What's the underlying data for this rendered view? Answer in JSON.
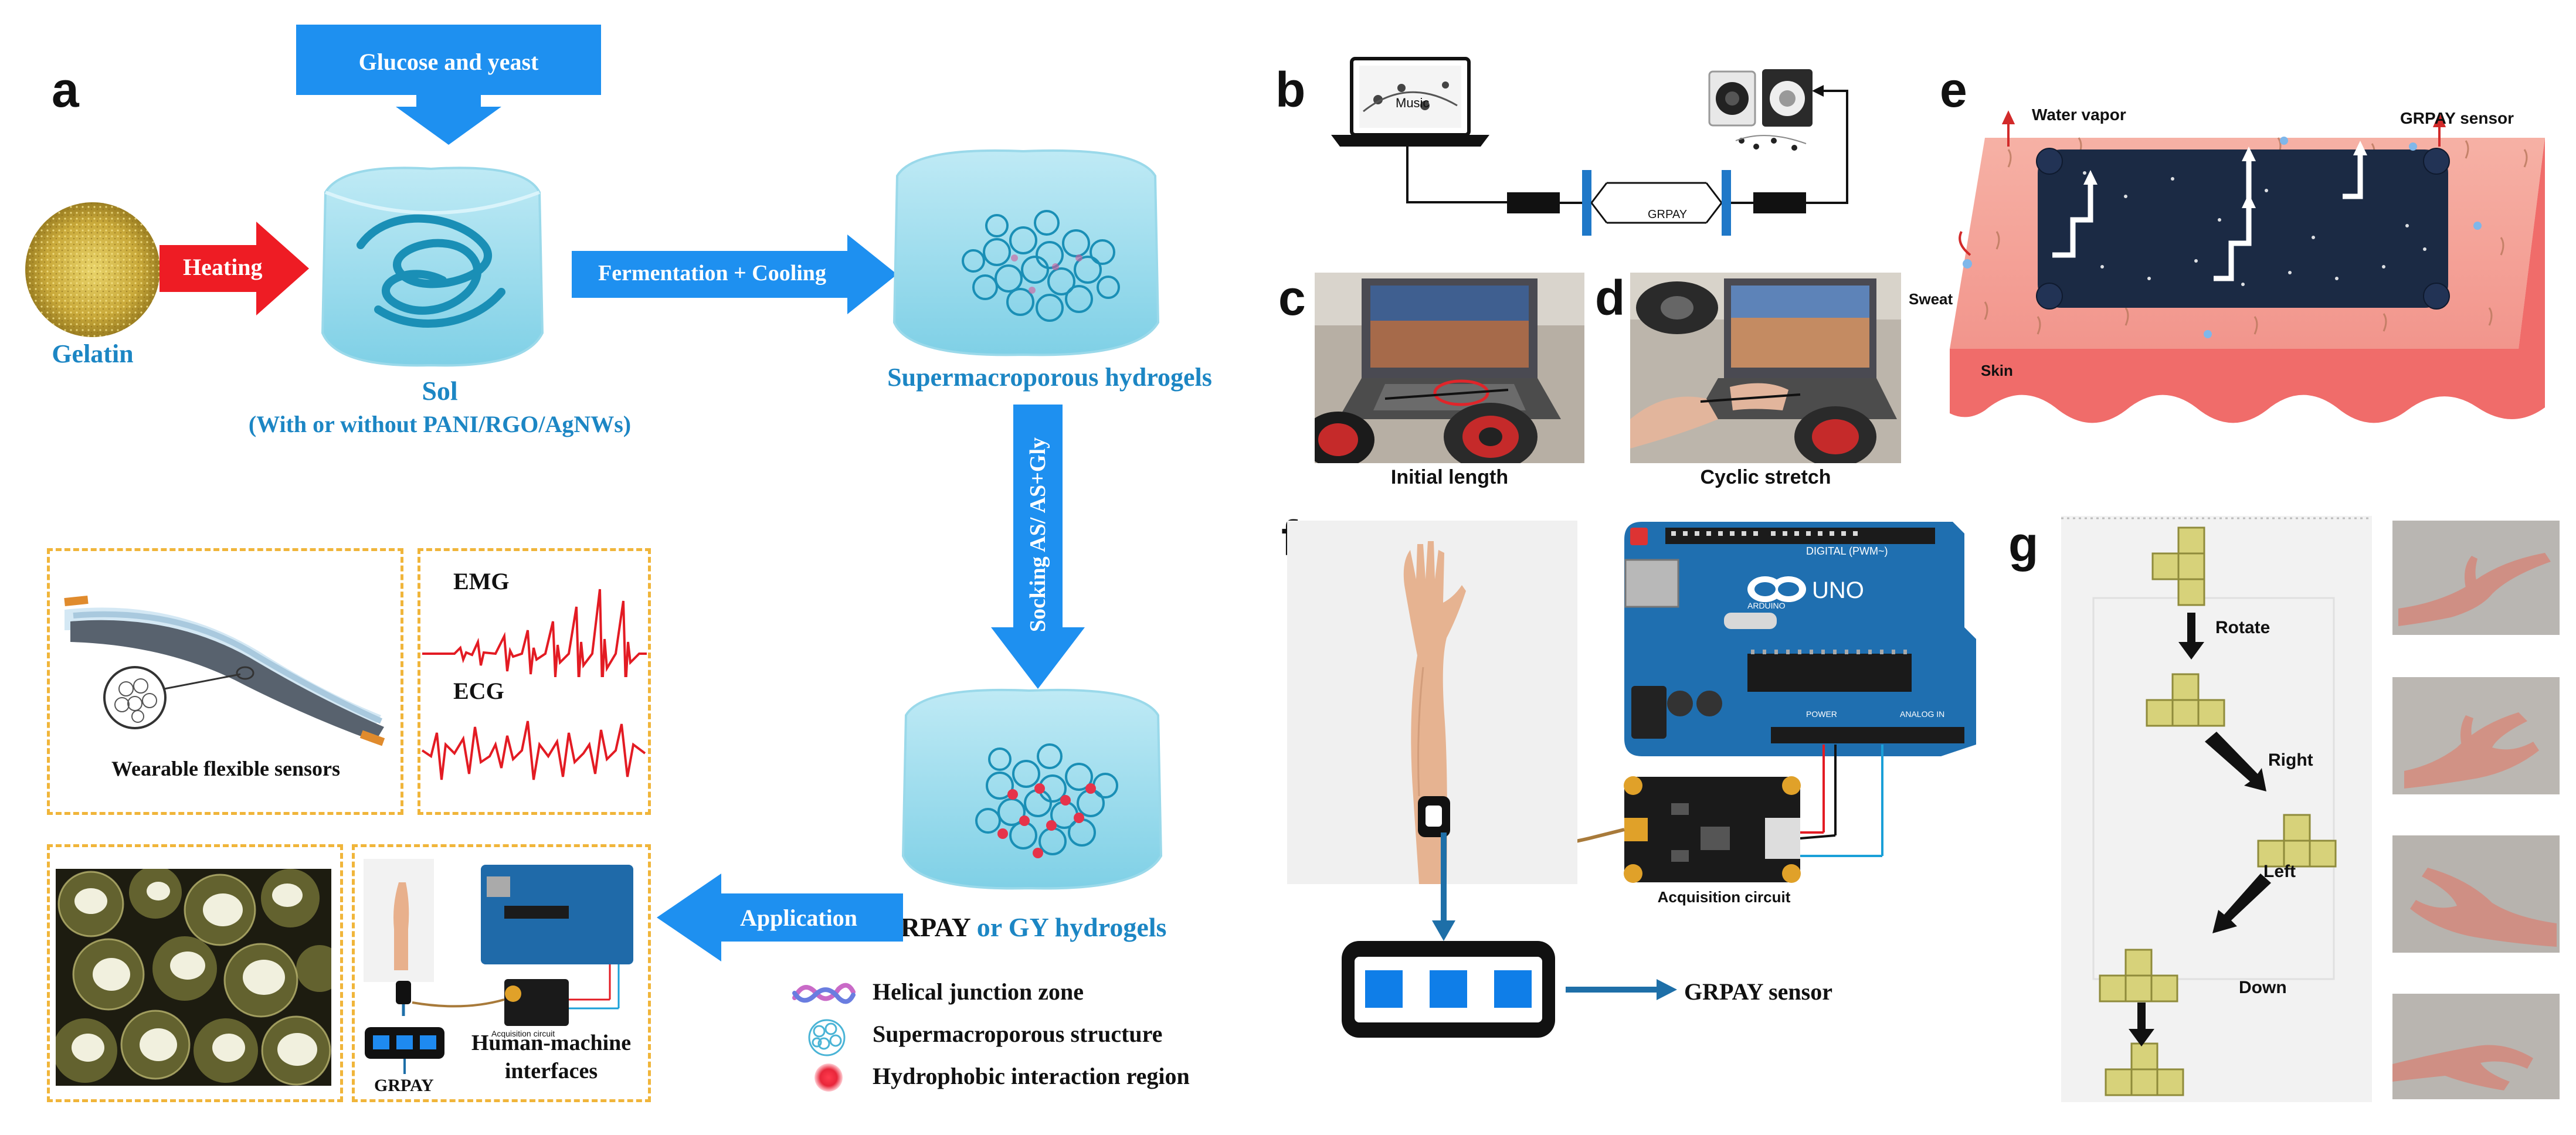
{
  "colors": {
    "arrow_blue": "#1e90f0",
    "label_blue": "#1c86c4",
    "heating_red": "#ee1c24",
    "dash_orange": "#f0b53a",
    "skin_pink": "#f28b87",
    "navy": "#1b2a44",
    "tetris_yellow": "#d7d27a"
  },
  "panel_a": {
    "letter": "a",
    "glucose_label": "Glucose and yeast",
    "heating_label": "Heating",
    "gelatin_label": "Gelatin",
    "sol_label": "Sol",
    "sol_sub_label": "(With or without PANI/RGO/AgNWs)",
    "fermentation_label": "Fermentation + Cooling",
    "supermacroporous_label": "Supermacroporous hydrogels",
    "socking_label": "Socking AS/ AS+Gly",
    "grpay_label": "GRPAY",
    "or_gy_label": "or GY hydrogels",
    "application_label": "Application",
    "emg_label": "EMG",
    "ecg_label": "ECG",
    "wearable_label": "Wearable flexible sensors",
    "hmi_label": "Human-machine interfaces",
    "grpay_small": "GRPAY",
    "acq_small": "Acquisition circuit",
    "legend": [
      {
        "icon": "helix-icon",
        "label": "Helical junction zone"
      },
      {
        "icon": "porous-structure-icon",
        "label": "Supermacroporous structure"
      },
      {
        "icon": "red-dot-icon",
        "label": "Hydrophobic interaction region"
      }
    ]
  },
  "panel_b": {
    "letter": "b",
    "music_label": "Music",
    "grpay_label": "GRPAY"
  },
  "panel_c": {
    "letter": "c",
    "caption": "Initial length"
  },
  "panel_d": {
    "letter": "d",
    "caption": "Cyclic stretch"
  },
  "panel_e": {
    "letter": "e",
    "water_vapor": "Water vapor",
    "grpay_sensor": "GRPAY sensor",
    "sweat": "Sweat",
    "skin": "Skin"
  },
  "panel_f": {
    "letter": "f",
    "acq_label": "Acquisition circuit",
    "grpay_sensor": "GRPAY sensor",
    "arduino_digital": "DIGITAL (PWM~)",
    "arduino_uno": "UNO",
    "arduino_brand": "ARDUINO",
    "arduino_power": "POWER",
    "arduino_analog": "ANALOG IN"
  },
  "panel_g": {
    "letter": "g",
    "moves": [
      "Rotate",
      "Right",
      "Left",
      "Down"
    ]
  }
}
